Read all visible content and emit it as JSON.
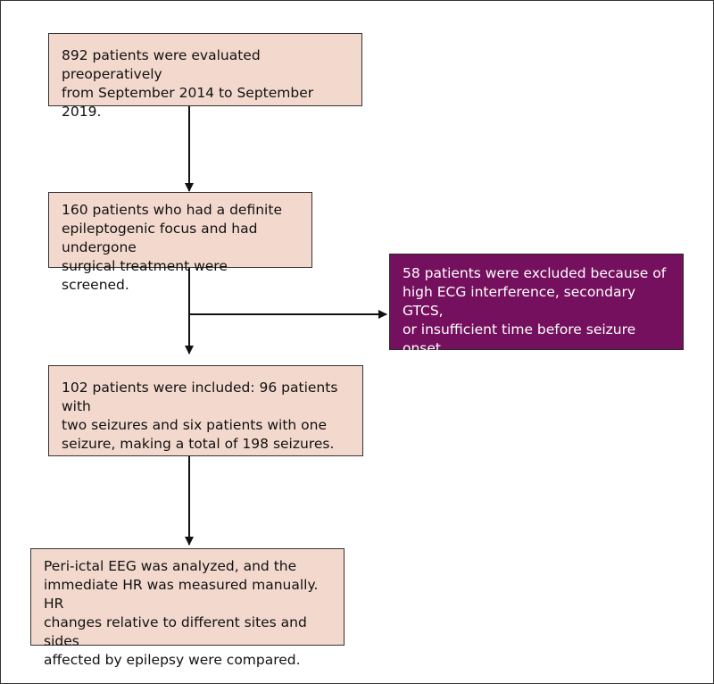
{
  "flowchart": {
    "step1": "892 patients were evaluated preoperatively\nfrom September 2014 to September 2019.",
    "step2": "160 patients who had a definite\nepileptogenic focus and had undergone\nsurgical treatment were screened.",
    "excluded": "58 patients were excluded because of\nhigh ECG interference, secondary GTCS,\nor insufficient time before seizure onset\nto calculate baseline HR.",
    "step3": "102 patients were included: 96 patients with\ntwo seizures and six patients with one\nseizure, making a total of 198 seizures.",
    "step4": "Peri-ictal EEG was analyzed, and the\nimmediate HR was measured manually. HR\nchanges relative to different sites and sides\naffected by epilepsy were compared."
  },
  "colors": {
    "box_fill": "#f3d9cd",
    "exclusion_fill": "#75105e",
    "line": "#111111"
  }
}
